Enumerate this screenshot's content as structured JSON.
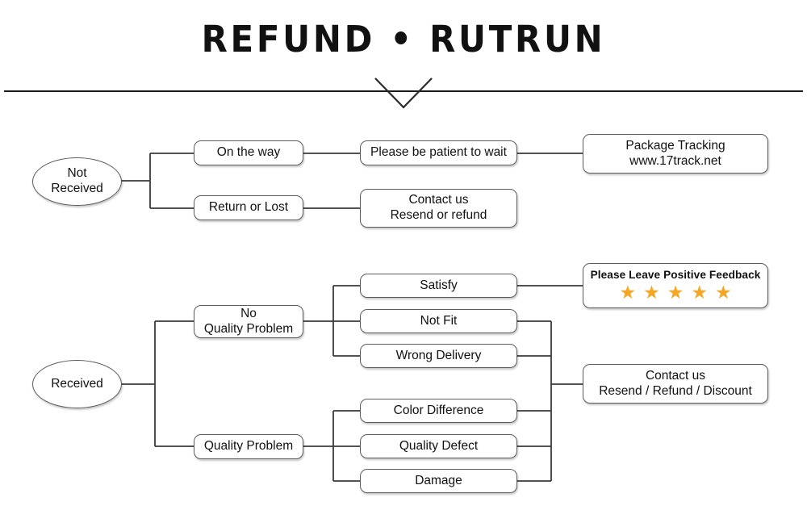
{
  "header": {
    "title": "REFUND • RUTRUN",
    "divider_icon": "horizontal-rule",
    "chevron_icon": "chevron-down-decoration"
  },
  "colors": {
    "star": "#F5A623",
    "node_border": "#5d5d5d",
    "line": "#3a3a3a",
    "text": "#111111",
    "background": "#ffffff"
  },
  "flow_not_received": {
    "root": "Not\nReceived",
    "branches": [
      {
        "label": "On the way",
        "next": "Please be patient to wait",
        "final": "Package Tracking\nwww.17track.net"
      },
      {
        "label": "Return or Lost",
        "next": "Contact us\nResend or refund"
      }
    ]
  },
  "flow_received": {
    "root": "Received",
    "branches": [
      {
        "label": "No\nQuality Problem",
        "children": [
          "Satisfy",
          "Not Fit",
          "Wrong Delivery"
        ]
      },
      {
        "label": "Quality Problem",
        "children": [
          "Color Difference",
          "Quality Defect",
          "Damage"
        ]
      }
    ],
    "outcomes": {
      "feedback_text": "Please Leave Positive Feedback",
      "feedback_stars": 5,
      "star_glyph": "★",
      "contact": "Contact us\nResend / Refund / Discount"
    }
  }
}
